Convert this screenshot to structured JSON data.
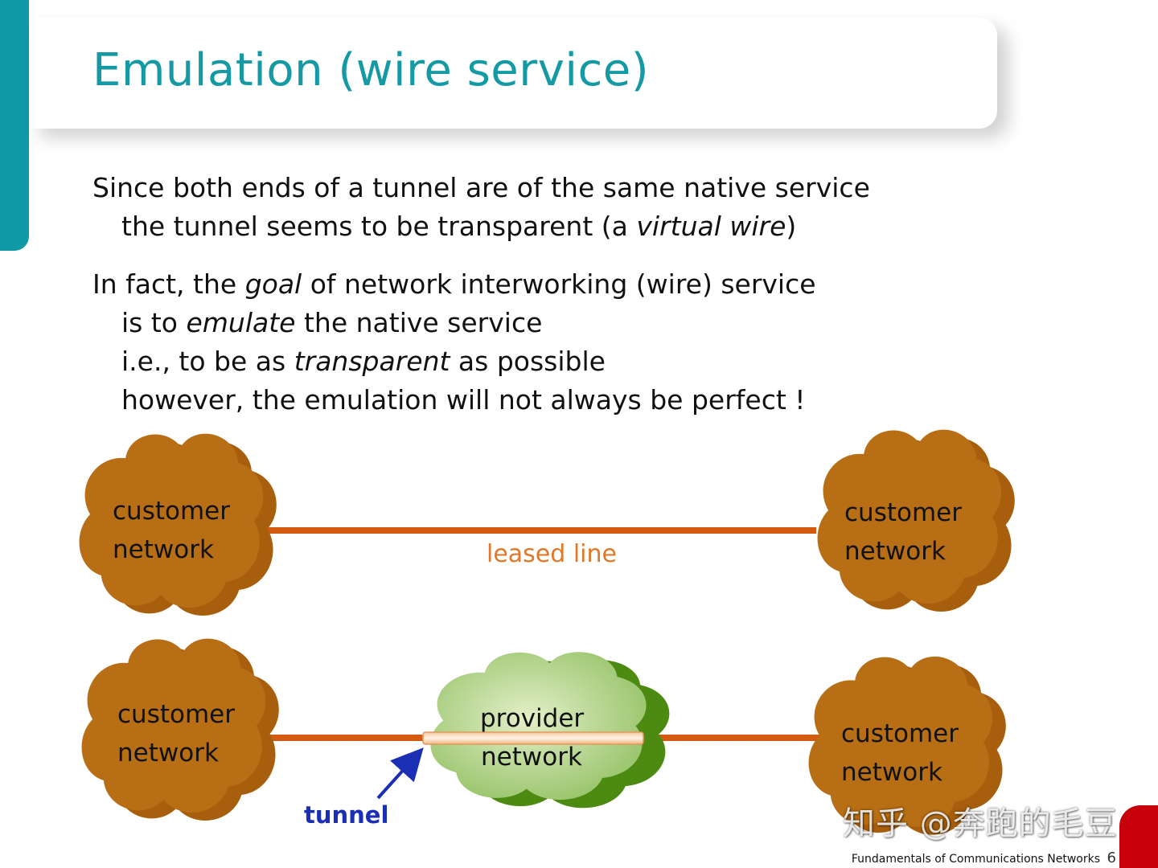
{
  "slide": {
    "title": "Emulation (wire service)",
    "paragraph1": {
      "line1": "Since both ends of a tunnel are of the same native service",
      "line2_a": "the tunnel seems to be transparent (a ",
      "line2_em": "virtual wire",
      "line2_b": ")"
    },
    "paragraph2": {
      "line1_a": "In fact, the ",
      "line1_em": "goal",
      "line1_b": " of network interworking (wire) service",
      "line2_a": "is to ",
      "line2_em": "emulate",
      "line2_b": " the native service",
      "line3_a": "i.e., to be as ",
      "line3_em": "transparent",
      "line3_b": " as possible",
      "line4": "however, the emulation will not always be perfect !"
    },
    "diagram": {
      "customer_cloud_label_line1": "customer",
      "customer_cloud_label_line2": "network",
      "provider_cloud_label_line1": "provider",
      "provider_cloud_label_line2": "network",
      "leased_line_label": "leased line",
      "tunnel_label": "tunnel"
    },
    "footer": "Fundamentals of Communications Networks",
    "page_number": "6",
    "watermark": "知乎 @奔跑的毛豆",
    "colors": {
      "accent": "#0f9aa6",
      "title": "#159aa5",
      "customer_cloud": "#b86e14",
      "provider_cloud": "#a7cf7d",
      "line": "#d45a10",
      "leased_label": "#e0782a",
      "tunnel_label": "#1a2fb4",
      "corner": "#c8000c"
    }
  }
}
